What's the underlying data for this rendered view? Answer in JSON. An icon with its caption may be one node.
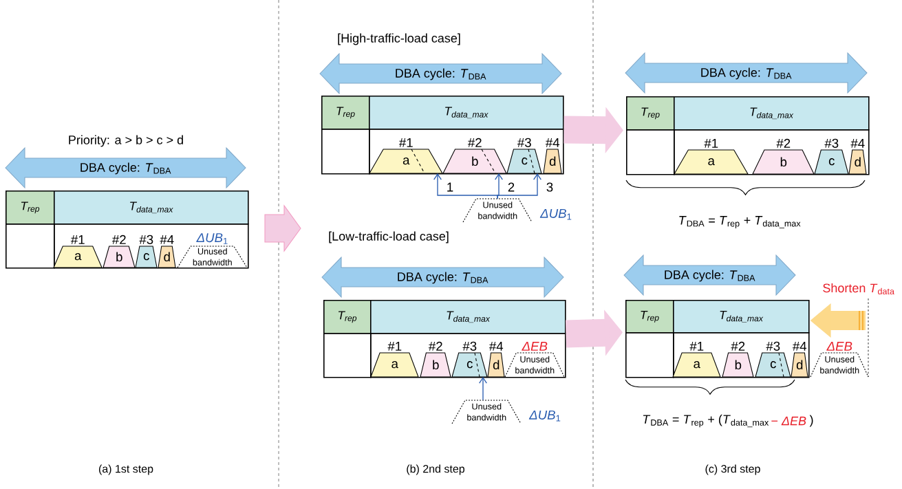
{
  "diagram": {
    "nodes": [
      {
        "text": [
          "DBA cycle: *T*$_{DBA}$"
        ]
      },
      {
        "text": [
          "*T*$_{rep}$"
        ]
      },
      {
        "text": [
          "*T*$_{data_max}$"
        ]
      },
      {
        "text": [],
        "shape": "box"
      },
      {
        "text": [],
        "shape": "box"
      },
      {
        "text": [
          "a"
        ],
        "in": 4,
        "beside": [
          "#1"
        ]
      },
      {
        "text": [
          "b"
        ],
        "in": 4,
        "beside": [
          "#2"
        ]
      },
      {
        "text": [
          "c"
        ],
        "in": 4,
        "beside": [
          "#3"
        ]
      },
      {
        "text": [
          "d"
        ],
        "in": 4,
        "beside": [
          "#4"
        ]
      },
      {
        "text": [
          "*ΔUB*$_{1}$",
          "Unused bandwidth"
        ],
        "in": 4
      },
      {
        "text": [
          "DBA cycle: *T*$_{DBA}$"
        ]
      },
      {
        "text": [
          "*T*$_{rep}$"
        ]
      },
      {
        "text": [
          "*T*$_{data_max}$"
        ]
      },
      {
        "text": [],
        "shape": "box"
      },
      {
        "text": [],
        "shape": "box"
      },
      {
        "text": [
          "a"
        ],
        "in": 14,
        "beside": [
          "#1"
        ]
      },
      {
        "text": [
          "b"
        ],
        "in": 14,
        "beside": [
          "#2"
        ]
      },
      {
        "text": [
          "c"
        ],
        "in": 14,
        "beside": [
          "#3"
        ]
      },
      {
        "text": [
          "d"
        ],
        "in": 14,
        "beside": [
          "#4"
        ]
      },
      {
        "text": [
          "Unused bandwidth",
          "*ΔUB*$_{1}$"
        ]
      },
      {
        "text": [
          "DBA cycle: *T*$_{DBA}$"
        ]
      },
      {
        "text": [
          "*T*$_{rep}$"
        ]
      },
      {
        "text": [
          "*T*$_{data_max}$"
        ]
      },
      {
        "text": [],
        "shape": "box"
      },
      {
        "text": [],
        "shape": "box"
      },
      {
        "text": [
          "a"
        ],
        "in": 24,
        "beside": [
          "#1"
        ]
      },
      {
        "text": [
          "b"
        ],
        "in": 24,
        "beside": [
          "#2"
        ]
      },
      {
        "text": [
          "c"
        ],
        "in": 24,
        "beside": [
          "#3"
        ]
      },
      {
        "text": [
          "d"
        ],
        "in": 24,
        "beside": [
          "#4"
        ]
      },
      {
        "text": [
          "*ΔEB*",
          "Unused bandwidth"
        ],
        "in": 24
      },
      {
        "text": [
          "Unused bandwidth",
          "*ΔUB*$_{1}$"
        ]
      },
      {
        "text": [
          "DBA cycle: *T*$_{DBA}$"
        ]
      },
      {
        "text": [
          "*T*$_{rep}$"
        ]
      },
      {
        "text": [
          "*T*$_{data_max}$"
        ]
      },
      {
        "text": [],
        "shape": "box"
      },
      {
        "text": [],
        "shape": "box"
      },
      {
        "text": [
          "a"
        ],
        "in": 35,
        "beside": [
          "#1"
        ]
      },
      {
        "text": [
          "b"
        ],
        "in": 35,
        "beside": [
          "#2"
        ]
      },
      {
        "text": [
          "c"
        ],
        "in": 35,
        "beside": [
          "#3"
        ]
      },
      {
        "text": [
          "d"
        ],
        "in": 35,
        "beside": [
          "#4"
        ]
      },
      {
        "text": [
          "DBA cycle: *T*$_{DBA}$"
        ]
      },
      {
        "text": [
          "*T*$_{rep}$"
        ]
      },
      {
        "text": [
          "*T*$_{data_max}$"
        ]
      },
      {
        "text": [],
        "shape": "box"
      },
      {
        "text": [],
        "shape": "box"
      },
      {
        "text": [
          "a"
        ],
        "in": 44,
        "beside": [
          "#1"
        ]
      },
      {
        "text": [
          "b"
        ],
        "in": 44,
        "beside": [
          "#2"
        ]
      },
      {
        "text": [
          "c"
        ],
        "in": 44,
        "beside": [
          "#3"
        ]
      },
      {
        "text": [
          "d"
        ],
        "in": 44,
        "beside": [
          "#4"
        ]
      },
      {
        "text": [
          "*ΔEB*",
          "Unused bandwidth"
        ]
      }
    ],
    "edges": [
      {
        "from": 19,
        "to": 15,
        "arrow": "to",
        "label": "1"
      },
      {
        "from": 19,
        "to": 16,
        "arrow": "to",
        "label": "2"
      },
      {
        "from": 19,
        "to": 17,
        "arrow": "to",
        "label": "3"
      },
      {
        "from": 30,
        "to": 27,
        "arrow": "to"
      },
      {
        "from": 12,
        "to": 32,
        "arrow": "to",
        "style": "thick",
        "color": "#f3cde3"
      },
      {
        "from": 22,
        "to": 43,
        "arrow": "to",
        "style": "thick",
        "color": "#f3cde3"
      },
      {
        "from": null,
        "to": 42,
        "arrow": "to",
        "style": "thick",
        "color": "#fcd98a"
      }
    ],
    "labels": [
      "Priority: a > b > c > d",
      "[High-traffic-load case]",
      "[Low-traffic-load case]",
      "*T*$_{DBA}$ = *T*$_{rep}$ + *T*$_{data_max}$",
      "Shorten *T*$_{data}$",
      "*T*$_{DBA}$ = *T*$_{rep}$ + (*T*$_{data_max}$",
      "− *ΔEB*",
      ")",
      "(a) 1st step",
      "(b) 2nd step",
      "(c) 3rd step"
    ]
  }
}
